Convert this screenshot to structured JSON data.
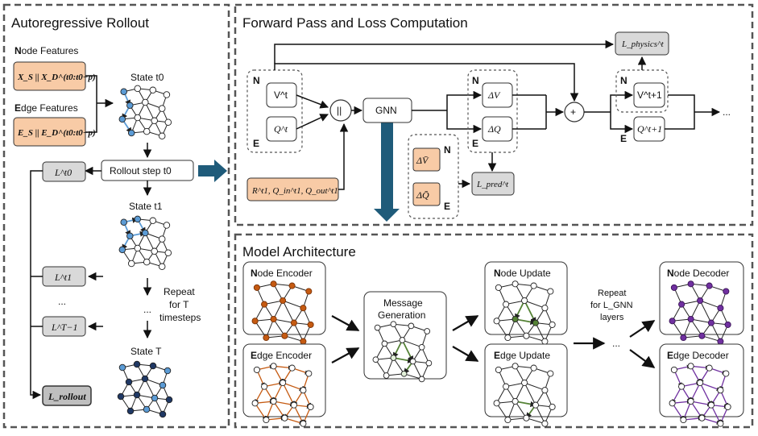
{
  "colors": {
    "orange_fill": "#f8cba6",
    "gray_fill": "#d9d9d9",
    "arrow_blue": "#1f5b7a",
    "encoder_orange": "#c55a11",
    "update_green": "#548235",
    "decoder_purple": "#7030a0",
    "state_light_blue": "#5b9bd5",
    "state_dark_blue": "#1f3864"
  },
  "left_panel": {
    "title": "Autoregressive Rollout",
    "node_features_rest": "ode Features",
    "node_features_initial": "N",
    "node_formula": "X_S || X_D^(t0:t0−p)",
    "edge_features_rest": "dge Features",
    "edge_features_initial": "E",
    "edge_formula": "E_S || E_D^(t0:t0−p)",
    "state_t0": "State t0",
    "rollout_step": "Rollout step t0",
    "state_t1": "State t1",
    "state_T": "State T",
    "repeat_line1": "Repeat",
    "repeat_line2": "for T",
    "repeat_line3": "timesteps",
    "dots": "...",
    "loss_t0": "L^t0",
    "loss_t1": "L^t1",
    "loss_dots": "...",
    "loss_T1": "L^T−1",
    "loss_rollout": "L_rollout"
  },
  "top_panel": {
    "title": "Forward Pass and Loss Computation",
    "N": "N",
    "E": "E",
    "Vt": "V^t",
    "Qt": "Q^t",
    "concat": "||",
    "gnn": "GNN",
    "boundary": "R^t1, Q_in^t1, Q_out^t1",
    "dV": "ΔV",
    "dQ": "ΔQ",
    "dV_true": "ΔV̄",
    "dQ_true": "ΔQ̄",
    "plus": "+",
    "Vt1": "V^t+1",
    "Qt1": "Q^t+1",
    "loss_physics": "L_physics^t",
    "loss_pred": "L_pred^t",
    "dots": "..."
  },
  "bottom_panel": {
    "title": "Model Architecture",
    "node_encoder_rest": "ode Encoder",
    "edge_encoder_rest": "dge Encoder",
    "message_line1": "Message",
    "message_line2": "Generation",
    "node_update_rest": "ode Update",
    "edge_update_rest": "dge Update",
    "repeat_line1": "Repeat",
    "repeat_line2": "for L_GNN",
    "repeat_line3": "layers",
    "dots": "...",
    "node_decoder_rest": "ode Decoder",
    "edge_decoder_rest": "dge Decoder",
    "N": "N",
    "E": "E"
  }
}
